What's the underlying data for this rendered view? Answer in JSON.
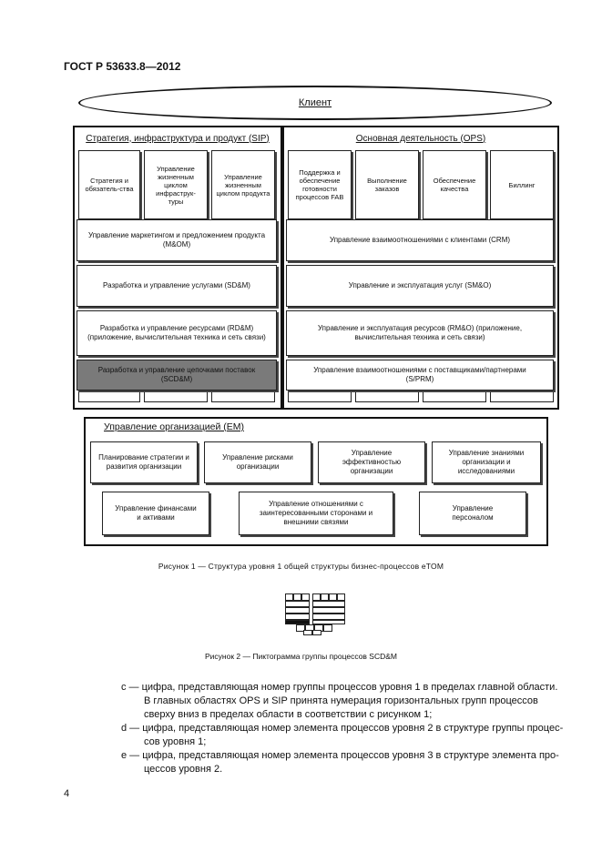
{
  "header": {
    "doc_number": "ГОСТ Р 53633.8—2012"
  },
  "figure1": {
    "client": "Клиент",
    "sip": {
      "title": "Стратегия, инфраструктура и продукт (SIP)",
      "columns": [
        "Стратегия и обязатель-ства",
        "Управление жизненным циклом инфраструк-туры",
        "Управление жизненным циклом продукта"
      ],
      "rows": [
        "Управление маркетингом и предложением продукта (M&OM)",
        "Разработка и управление услугами (SD&M)",
        "Разработка и управление ресурсами (RD&M) (приложение, вычислительная техника и сеть связи)",
        "Разработка и управление цепочками поставок (SCD&M)"
      ]
    },
    "ops": {
      "title": "Основная деятельность (OPS)",
      "columns": [
        "Поддержка и обеспечение готовности процессов FAB",
        "Выполнение заказов",
        "Обеспечение качества",
        "Биллинг"
      ],
      "rows": [
        "Управление взаимоотношениями с клиентами (CRM)",
        "Управление и эксплуатация услуг (SM&O)",
        "Управление и эксплуатация ресурсов (RM&O) (приложение, вычислительная техника и сеть связи)",
        "Управление взаимоотношениями с поставщиками/партнерами (S/PRM)"
      ]
    },
    "em": {
      "title": "Управление организацией (EM)",
      "row1": [
        "Планирование стратегии и развития организации",
        "Управление рисками организации",
        "Управление эффективностью организации",
        "Управление знаниями организации и исследованиями"
      ],
      "row2": [
        "Управление финансами и активами",
        "Управление отношениями с заинтересованными сторонами и внешними связями",
        "Управление персоналом"
      ]
    },
    "caption": "Рисунок 1 — Структура уровня 1 общей структуры бизнес-процессов eTOM",
    "highlight_color": "#7a7a7a"
  },
  "figure2": {
    "caption": "Рисунок 2 — Пиктограмма группы процессов SCD&M"
  },
  "body_text": {
    "item_c": "с — цифра, представляющая номер группы процессов уровня 1 в пределах главной области.",
    "item_c_cont1": "В главных областях OPS и SIP принята нумерация горизонтальных групп процессов",
    "item_c_cont2": "сверху вниз в пределах области в соответствии с рисунком 1;",
    "item_d": "d — цифра, представляющая номер элемента процессов уровня 2 в структуре группы процес-",
    "item_d_cont": "сов уровня 1;",
    "item_e": "е — цифра, представляющая номер элемента процессов уровня 3 в структуре элемента про-",
    "item_e_cont": "цессов уровня 2."
  },
  "page_number": "4"
}
